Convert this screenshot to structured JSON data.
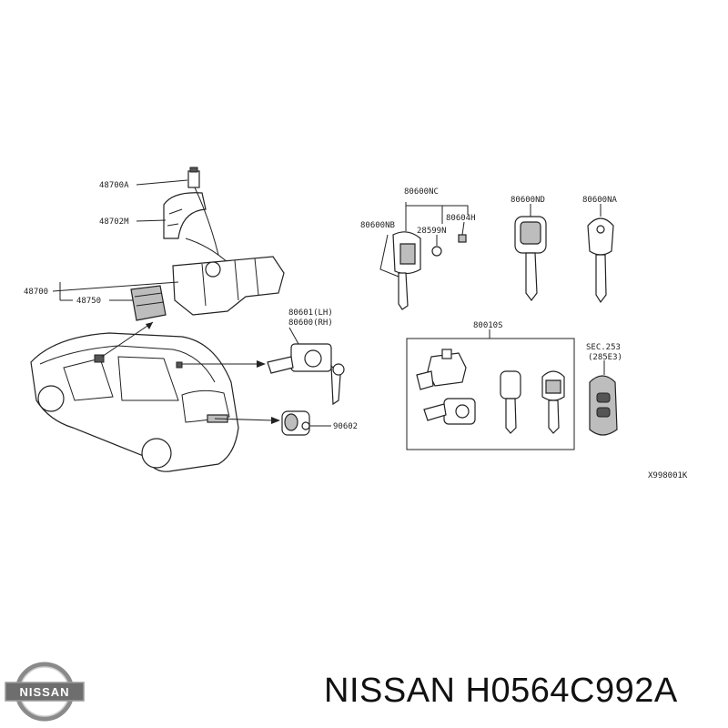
{
  "labels": {
    "p48700A": "48700A",
    "p48702M": "48702M",
    "p48700": "48700",
    "p48750": "48750",
    "p80600NC": "80600NC",
    "p80600NB": "80600NB",
    "p28599N": "28599N",
    "p80604H": "80604H",
    "p80600ND": "80600ND",
    "p80600NA": "80600NA",
    "p80601LH": "80601(LH)",
    "p80600RH": "80600(RH)",
    "p90602": "90602",
    "p80010S": "80010S",
    "secA": "SEC.253",
    "secB": "(285E3)",
    "diagram_id": "X998001K"
  },
  "brand": {
    "logo_text": "NISSAN"
  },
  "caption": "NISSAN H0564C992A"
}
